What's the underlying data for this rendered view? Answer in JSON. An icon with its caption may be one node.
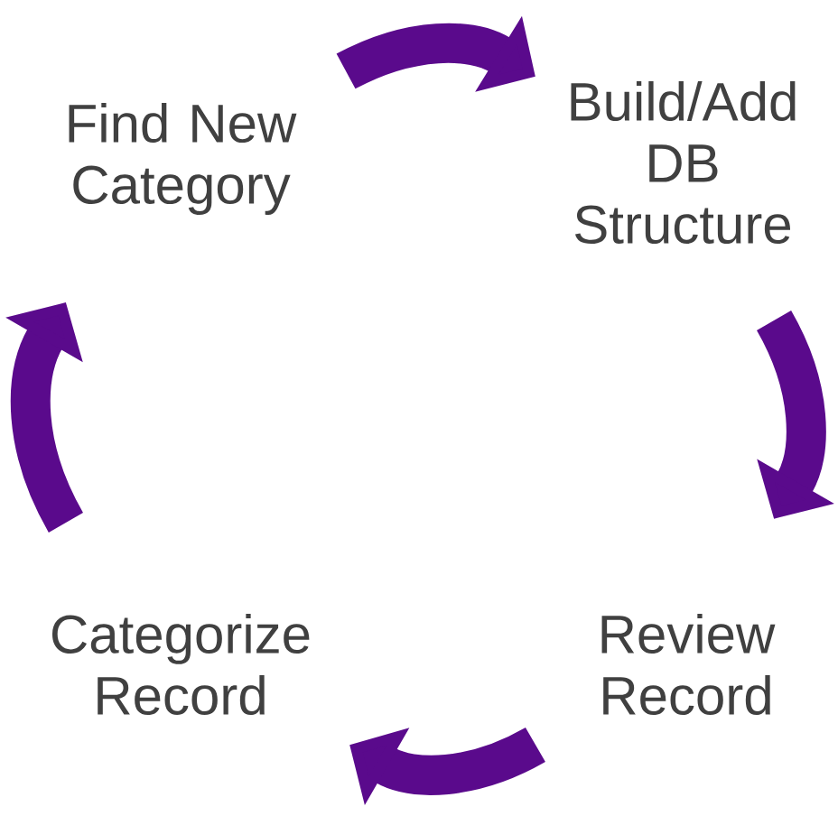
{
  "diagram": {
    "nodes": [
      {
        "text": [
          "Find New Category"
        ]
      },
      {
        "text": [
          "Build/Add DB Structure"
        ]
      },
      {
        "text": [
          "Review Record"
        ]
      },
      {
        "text": [
          "Categorize Record"
        ]
      }
    ],
    "edges": [
      {
        "from": 0,
        "to": 1,
        "arrow": "to"
      },
      {
        "from": 1,
        "to": 2,
        "arrow": "to"
      },
      {
        "from": 2,
        "to": 3,
        "arrow": "to"
      },
      {
        "from": 3,
        "to": 0,
        "arrow": "to"
      }
    ]
  }
}
